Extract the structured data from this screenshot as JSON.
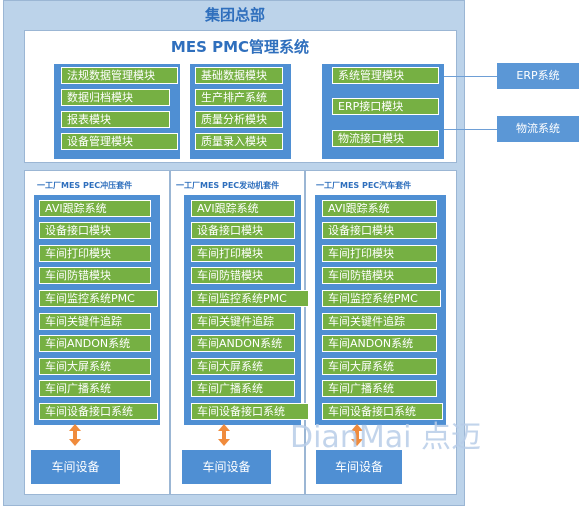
{
  "hq": {
    "title": "集团总部"
  },
  "pmc": {
    "title": "MES PMC管理系统",
    "col1": [
      "法规数据管理模块",
      "数据归档模块",
      "报表模块",
      "设备管理模块"
    ],
    "col2": [
      "基础数据模块",
      "生产排产系统",
      "质量分析模块",
      "质量录入模块"
    ],
    "col3": [
      "系统管理模块",
      "ERP接口模块",
      "物流接口模块"
    ]
  },
  "external": [
    {
      "label": "ERP系统"
    },
    {
      "label": "物流系统"
    }
  ],
  "suites": [
    {
      "title": "一工厂MES PEC冲压套件",
      "device": "车间设备"
    },
    {
      "title": "一工厂MES PEC发动机套件",
      "device": "车间设备"
    },
    {
      "title": "一工厂MES PEC汽车套件",
      "device": "车间设备"
    }
  ],
  "suite_modules": [
    "AVI跟踪系统",
    "设备接口模块",
    "车间打印模块",
    "车间防错模块",
    "车间监控系统PMC",
    "车间关键件追踪",
    "车间ANDON系统",
    "车间大屏系统",
    "车间广播系统",
    "车间设备接口系统"
  ],
  "watermark": "DianMai 点迈",
  "colors": {
    "green": "#76b043",
    "blue": "#4f8fd3",
    "hq": "#bcd3ea",
    "arrow": "#f08b3c"
  }
}
